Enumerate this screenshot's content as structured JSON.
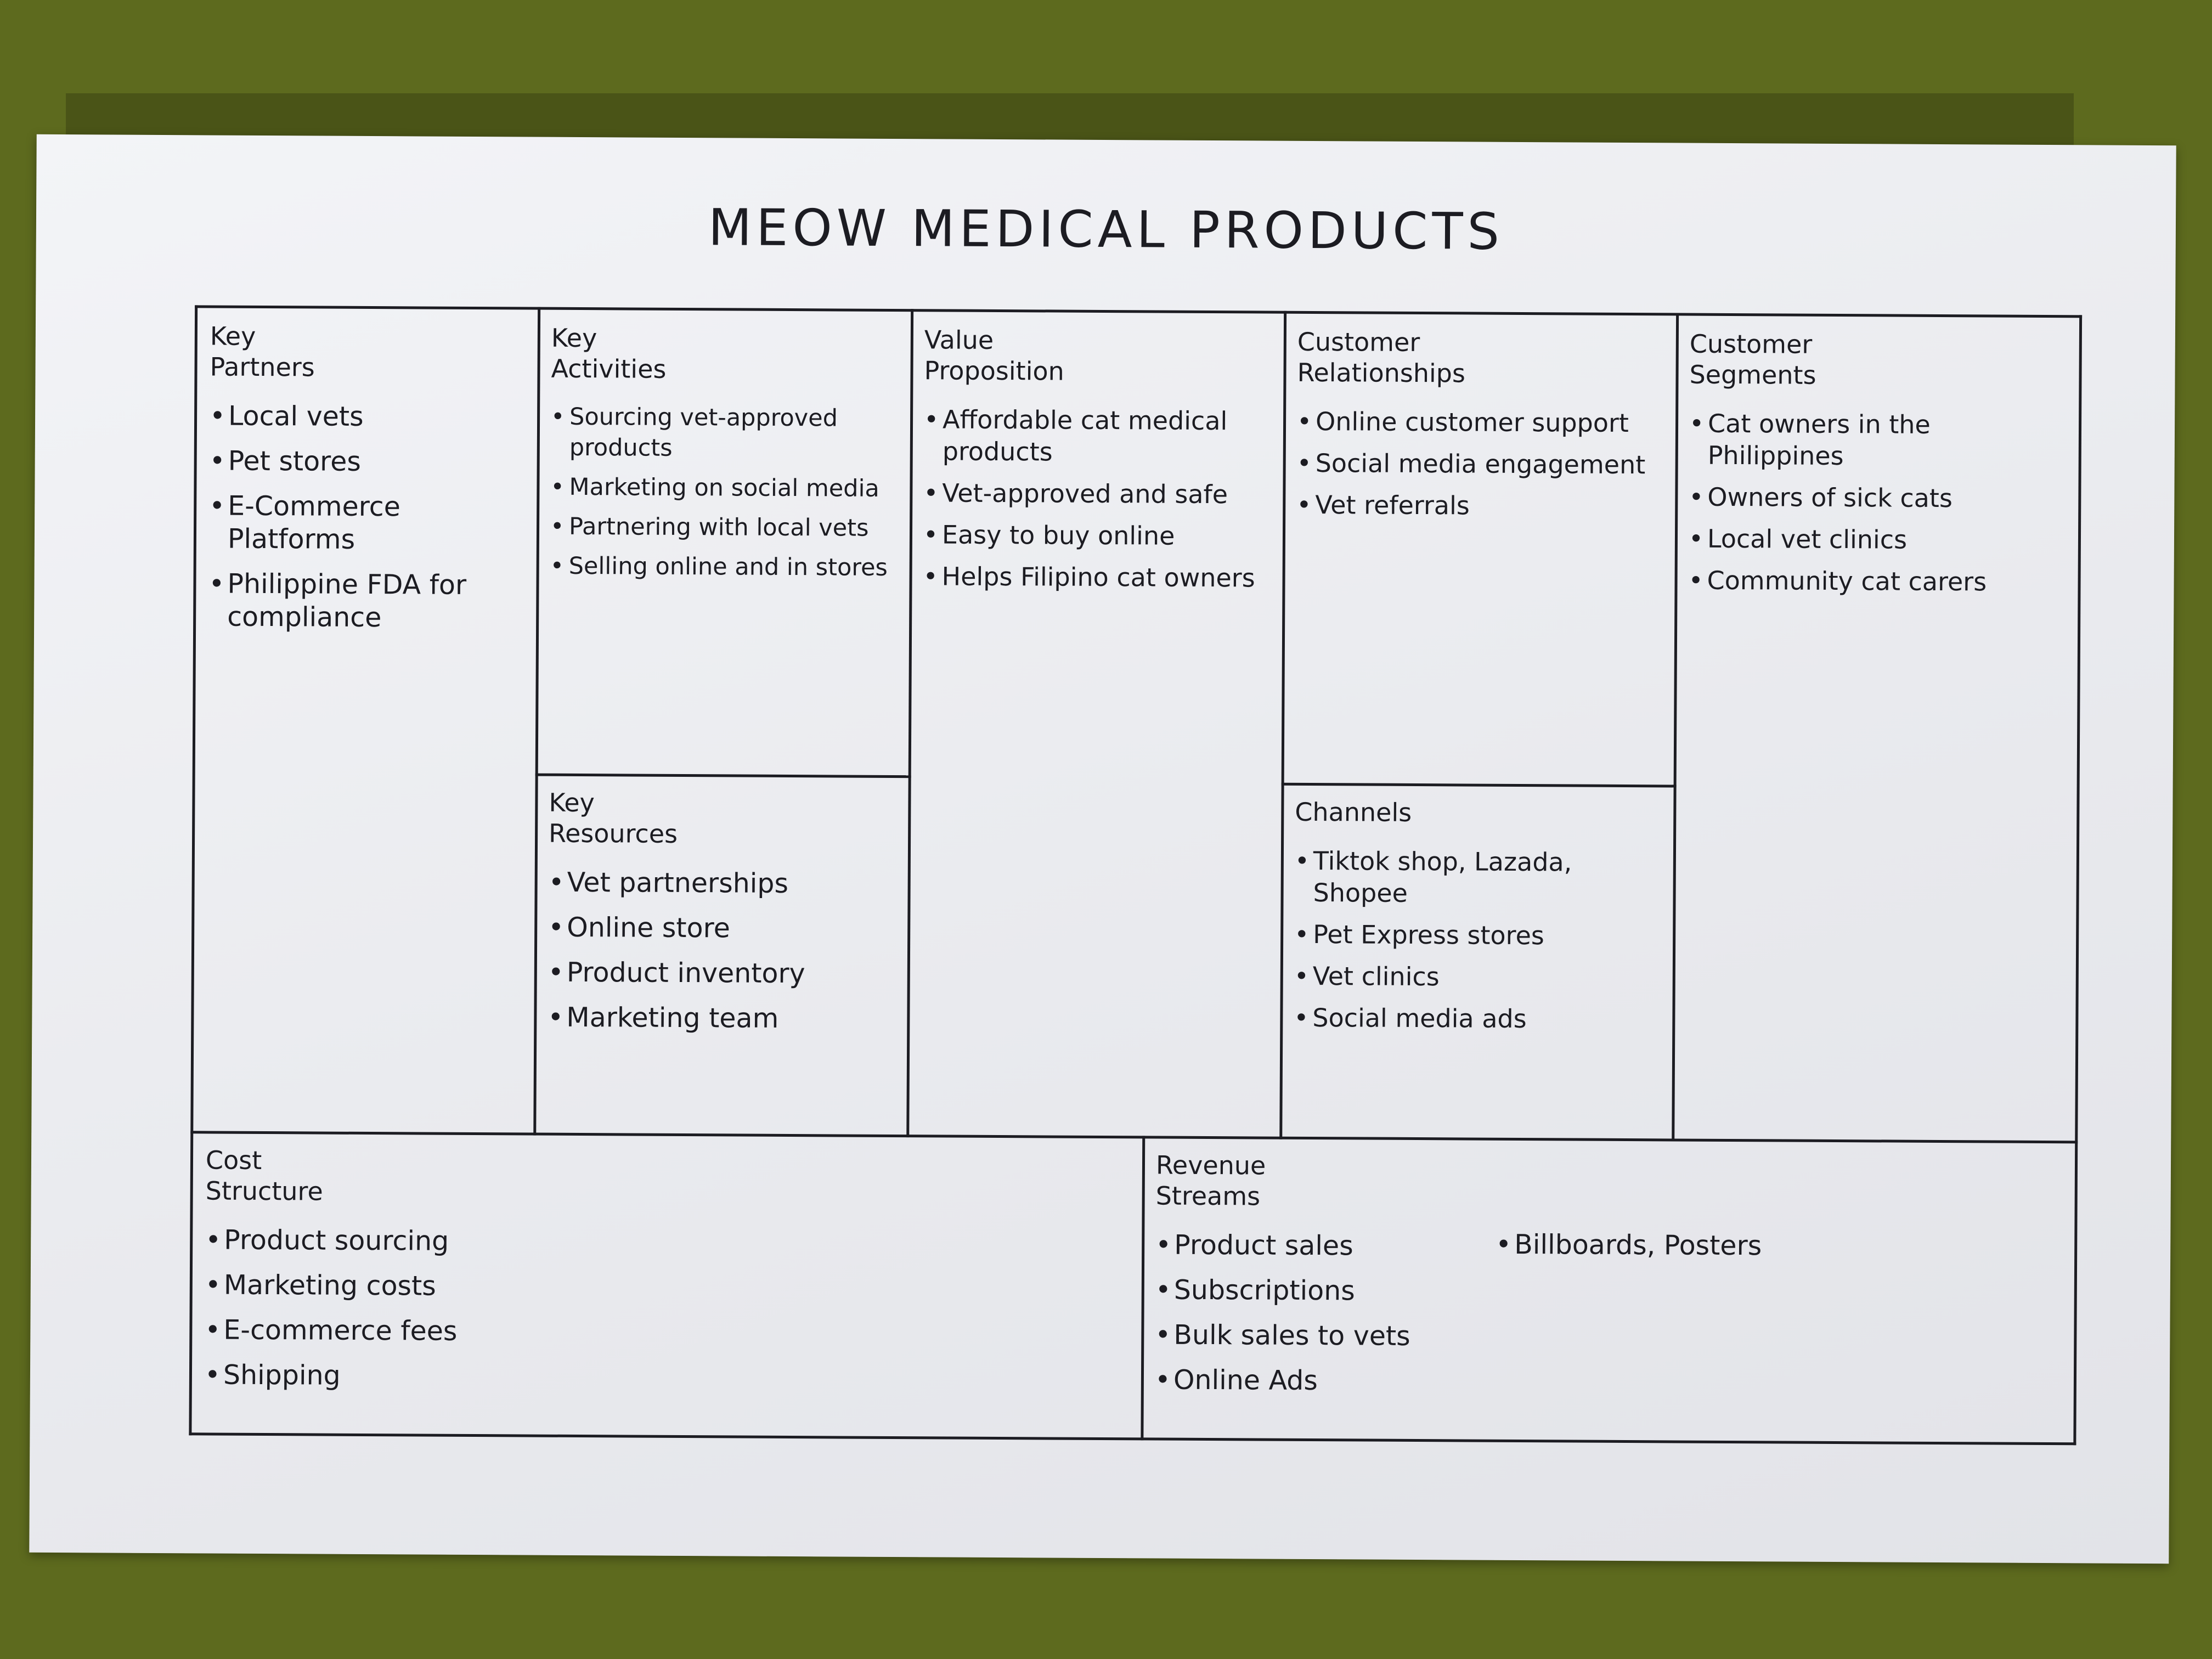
{
  "title": "MEOW MEDICAL PRODUCTS",
  "blocks": {
    "key_partners": {
      "label": "Key Partners",
      "items": [
        "Local vets",
        "Pet stores",
        "E-Commerce Platforms",
        "Philippine FDA for compliance"
      ]
    },
    "key_activities": {
      "label": "Key Activities",
      "items": [
        "Sourcing vet-approved products",
        "Marketing on social media",
        "Partnering with local vets",
        "Selling online and in stores"
      ]
    },
    "key_resources": {
      "label": "Key Resources",
      "items": [
        "Vet partnerships",
        "Online store",
        "Product inventory",
        "Marketing team"
      ]
    },
    "value_proposition": {
      "label": "Value Proposition",
      "items": [
        "Affordable cat medical products",
        "Vet-approved and safe",
        "Easy to buy online",
        "Helps Filipino cat owners"
      ]
    },
    "customer_relationships": {
      "label": "Customer Relationships",
      "items": [
        "Online customer support",
        "Social media engagement",
        "Vet referrals"
      ]
    },
    "channels": {
      "label": "Channels",
      "items": [
        "Tiktok shop, Lazada, Shopee",
        "Pet Express stores",
        "Vet clinics",
        "Social media ads"
      ]
    },
    "customer_segments": {
      "label": "Customer Segments",
      "items": [
        "Cat owners in the Philippines",
        "Owners of sick cats",
        "Local vet clinics",
        "Community cat carers"
      ]
    },
    "cost_structure": {
      "label": "Cost Structure",
      "items": [
        "Product sourcing",
        "Marketing costs",
        "E-commerce fees",
        "Shipping"
      ]
    },
    "revenue_streams": {
      "label": "Revenue Streams",
      "items": [
        "Product sales",
        "Subscriptions",
        "Bulk sales to vets",
        "Online Ads"
      ],
      "extra_items": [
        "Billboards, Posters"
      ]
    }
  }
}
